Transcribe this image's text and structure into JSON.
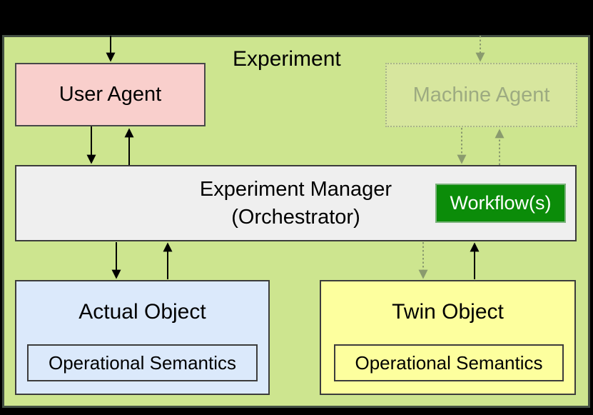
{
  "diagram": {
    "type": "architecture-diagram",
    "container_label": "Experiment",
    "nodes": {
      "user_agent": {
        "label": "User Agent",
        "fill": "#f9cfcc",
        "state": "active"
      },
      "machine_agent": {
        "label": "Machine Agent",
        "fill": "#d7e69e",
        "state": "faded-inactive"
      },
      "experiment_manager": {
        "label_line1": "Experiment Manager",
        "label_line2": "(Orchestrator)",
        "fill": "#efefef"
      },
      "workflow": {
        "label": "Workflow(s)",
        "fill": "#0b8c09",
        "text_color": "#ffffff"
      },
      "actual_object": {
        "label": "Actual Object",
        "fill": "#dbe9fb",
        "inner": {
          "label": "Operational Semantics"
        }
      },
      "twin_object": {
        "label": "Twin Object",
        "fill": "#fdff9e",
        "inner": {
          "label": "Operational Semantics"
        }
      }
    },
    "edges": [
      {
        "from": "external-top",
        "to": "user_agent",
        "style": "solid"
      },
      {
        "from": "user_agent",
        "to": "experiment_manager",
        "style": "solid"
      },
      {
        "from": "experiment_manager",
        "to": "user_agent",
        "style": "solid"
      },
      {
        "from": "external-top",
        "to": "machine_agent",
        "style": "dotted-faded"
      },
      {
        "from": "machine_agent",
        "to": "experiment_manager",
        "style": "dotted-faded"
      },
      {
        "from": "experiment_manager",
        "to": "machine_agent",
        "style": "dotted-faded"
      },
      {
        "from": "experiment_manager",
        "to": "actual_object",
        "style": "solid"
      },
      {
        "from": "actual_object",
        "to": "experiment_manager",
        "style": "solid"
      },
      {
        "from": "experiment_manager",
        "to": "twin_object",
        "style": "dotted-faded"
      },
      {
        "from": "twin_object",
        "to": "experiment_manager",
        "style": "solid"
      }
    ],
    "colors": {
      "page_background": "#000000",
      "container_fill": "#cde58f",
      "container_border": "#445044",
      "solid_arrow": "#000000",
      "faded_arrow": "#8a9b6e",
      "node_border": "#3c3c3c"
    }
  }
}
